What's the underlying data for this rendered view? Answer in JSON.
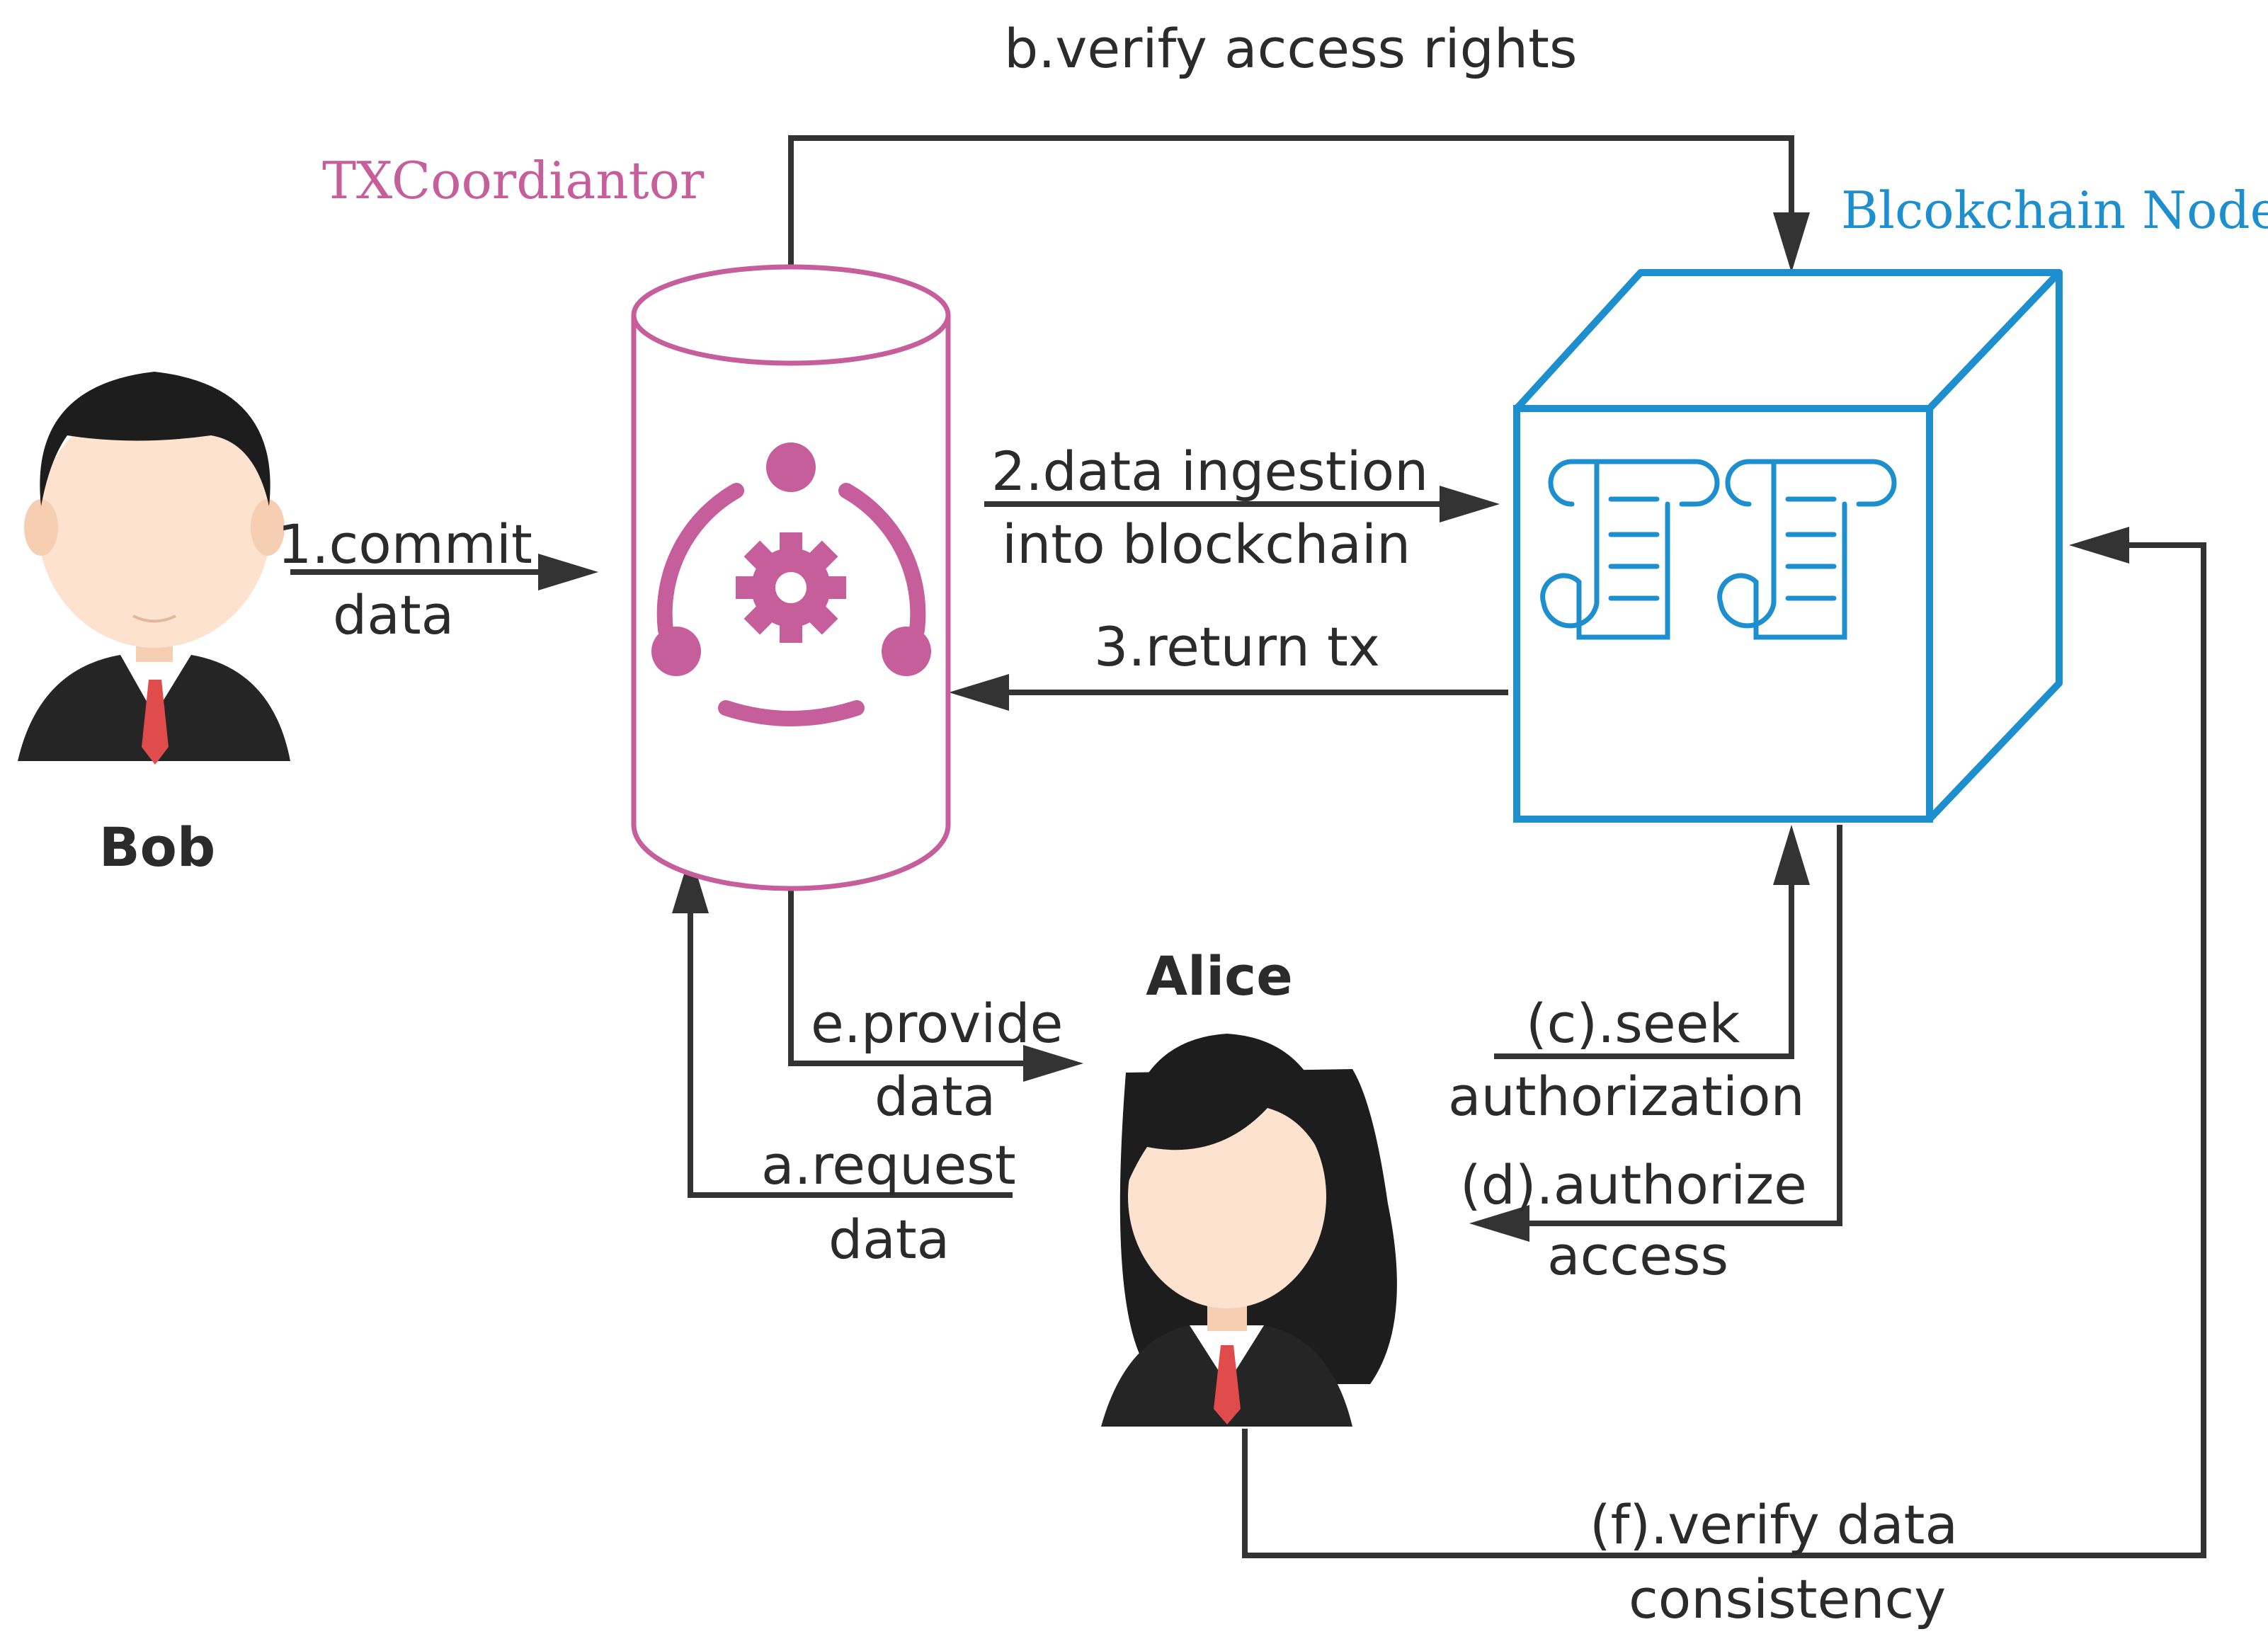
{
  "colors": {
    "coordinator": "#c75e9c",
    "blockchain": "#1d8fcf",
    "line": "#333333",
    "text": "#2b2b2b",
    "hair": "#1d1d1d",
    "skin": "#fde3cf",
    "suit": "#252525",
    "tie": "#e04b4b"
  },
  "nodes": {
    "coordinator_label": "TXCoordiantor",
    "blockchain_label": "Blcokchain Node",
    "bob_name": "Bob",
    "alice_name": "Alice"
  },
  "icons": {
    "coordinator": "database-cylinder-with-gear-icon",
    "blockchain": "cube-with-scrolls-icon",
    "bob": "man-avatar-icon",
    "alice": "woman-avatar-icon"
  },
  "steps": {
    "commit": [
      "1.commit",
      "data"
    ],
    "ingestion": [
      "2.data ingestion",
      "into blockchain"
    ],
    "return_tx": [
      "3.return tx"
    ],
    "request": [
      "a.request",
      "data"
    ],
    "verify_rights": [
      "b.verify access rights"
    ],
    "seek": [
      "(c).seek",
      "authorization"
    ],
    "authorize": [
      "(d).authorize",
      "access"
    ],
    "provide": [
      "e.provide",
      "data"
    ],
    "verify_consistency": [
      "(f).verify data",
      "consistency"
    ]
  }
}
